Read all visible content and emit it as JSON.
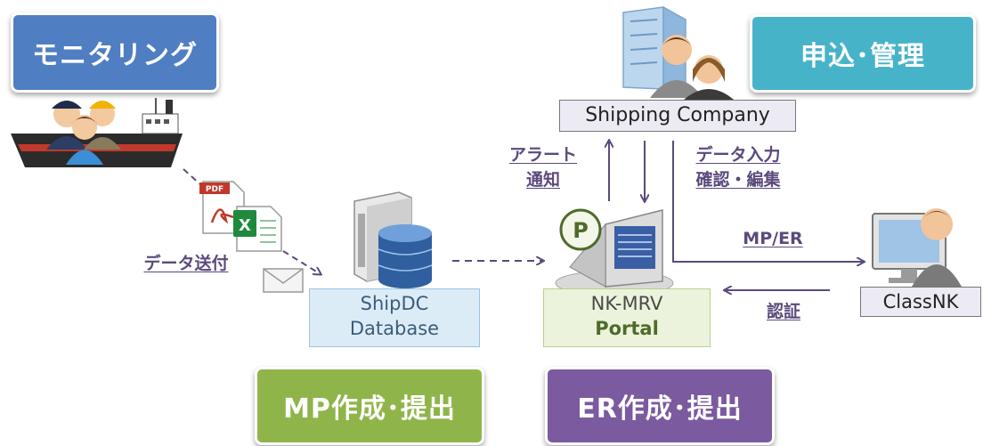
{
  "badges": {
    "monitoring": "モニタリング",
    "application": "申込･管理",
    "mp": "MP作成･提出",
    "er": "ER作成･提出"
  },
  "nodes": {
    "shipping_company": "Shipping Company",
    "shipdc_line1": "ShipDC",
    "shipdc_line2": "Database",
    "portal_line1": "NK-MRV",
    "portal_line2": "Portal",
    "classnk": "ClassNK"
  },
  "labels": {
    "alert_line1": "アラート",
    "alert_line2": "通知",
    "data_input_line1": "データ入力",
    "data_input_line2": "確認・編集",
    "data_send": "データ送付",
    "mp_er": "MP/ER",
    "auth": "認証"
  },
  "icons": {
    "pdf": "PDF",
    "excel": "X",
    "portal_mark": "P"
  },
  "colors": {
    "monitoring": "#4f7ec2",
    "application": "#47b3c8",
    "mp": "#8fb54a",
    "er": "#7b5aa0",
    "arrow": "#5b4a7c",
    "shipdc_fill": "#dcecf7",
    "portal_fill": "#ebf3dc",
    "node_fill": "#ecebf3"
  }
}
